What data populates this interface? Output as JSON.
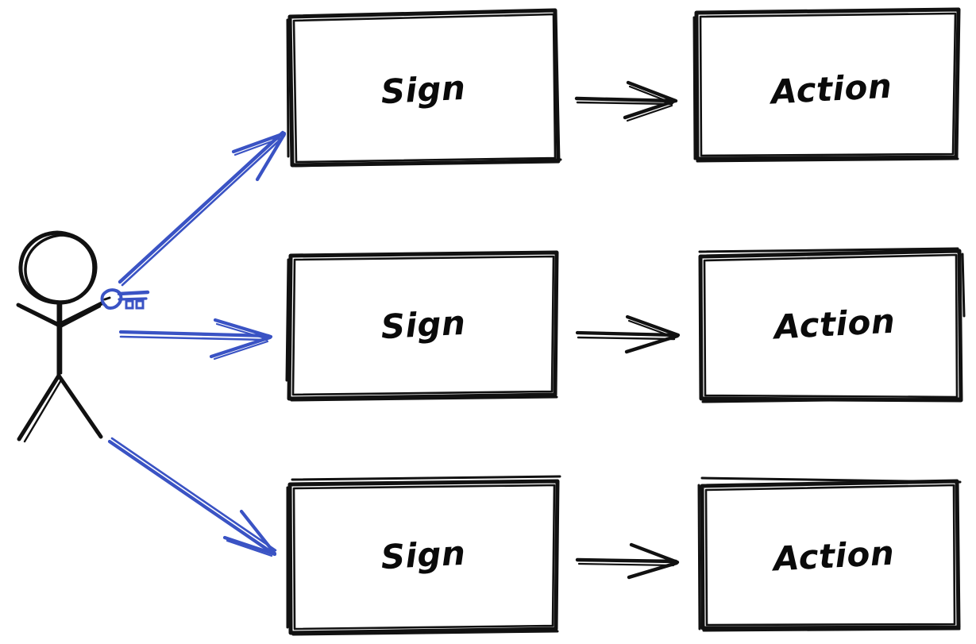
{
  "diagram": {
    "title": "Sign to Action mapping sketch",
    "style": "hand-drawn whiteboard sketch",
    "background_color": "#ffffff",
    "stroke_color": "#111111",
    "accent_color": "#3a53c4"
  },
  "actor": {
    "name": "stick-figure-person",
    "description": "hand-drawn stick figure holding a small blue object in the raised right hand",
    "held_item": "blue-key-object",
    "held_item_color": "#3a53c4"
  },
  "rows": [
    {
      "id": "row-1",
      "sign": {
        "label": "Sign"
      },
      "action": {
        "label": "Action"
      },
      "pointer_arrow": {
        "color": "#3a53c4",
        "direction": "up-right"
      },
      "link_arrow": {
        "color": "#111111",
        "direction": "right"
      }
    },
    {
      "id": "row-2",
      "sign": {
        "label": "Sign"
      },
      "action": {
        "label": "Action"
      },
      "pointer_arrow": {
        "color": "#3a53c4",
        "direction": "right"
      },
      "link_arrow": {
        "color": "#111111",
        "direction": "right"
      }
    },
    {
      "id": "row-3",
      "sign": {
        "label": "Sign"
      },
      "action": {
        "label": "Action"
      },
      "pointer_arrow": {
        "color": "#3a53c4",
        "direction": "down-right"
      },
      "link_arrow": {
        "color": "#111111",
        "direction": "right"
      }
    }
  ]
}
